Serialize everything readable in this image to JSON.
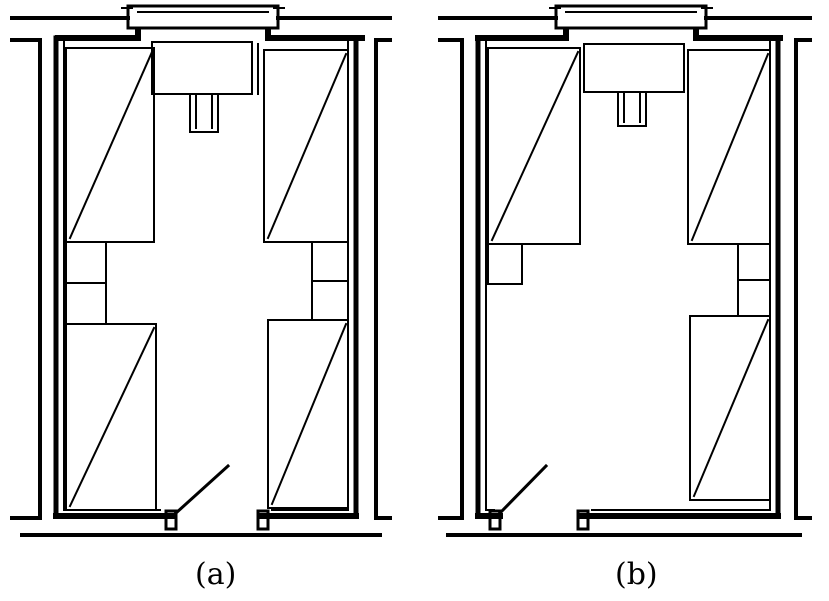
{
  "colors": {
    "ink": "#000000",
    "paper": "#ffffff"
  },
  "panels": [
    {
      "id": "a",
      "label": "(a)"
    },
    {
      "id": "b",
      "label": "(b)"
    }
  ]
}
